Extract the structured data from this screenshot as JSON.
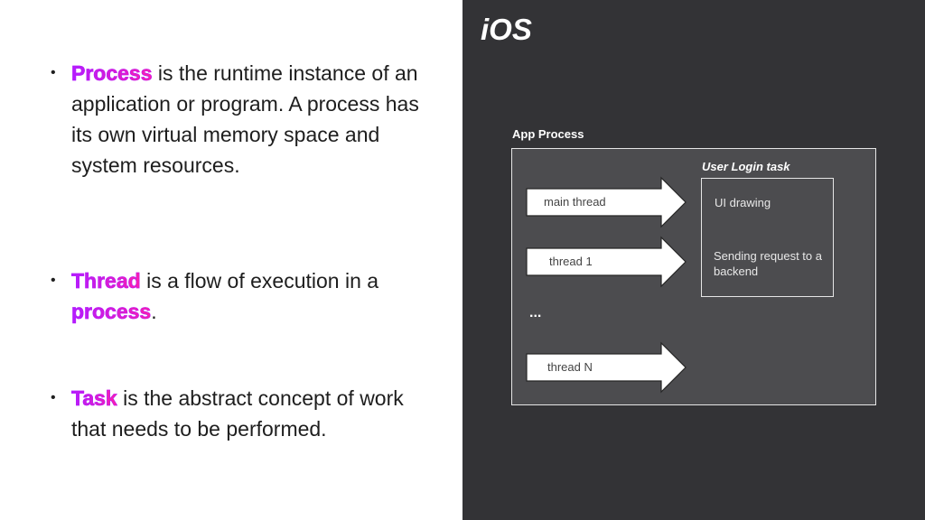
{
  "bullets": [
    {
      "dot": "•",
      "term": "Process",
      "text": " is the runtime instance of an application or program. A process has its own virtual memory space and system resources."
    },
    {
      "dot": "•",
      "term": "Thread",
      "text": " is a flow of execution in a ",
      "term2": "process",
      "tail": "."
    },
    {
      "dot": "•",
      "term": "Task",
      "text": " is the abstract concept of work that needs to be performed."
    }
  ],
  "diagram": {
    "platform": "iOS",
    "process_label": "App Process",
    "task_label": "User Login task",
    "threads": [
      "main thread",
      "thread 1",
      "thread N"
    ],
    "ellipsis": "...",
    "task_items": [
      "UI drawing",
      "Sending request to a backend"
    ]
  },
  "colors": {
    "highlight_start": "#b31cff",
    "highlight_end": "#ff1ea8",
    "dark_panel": "#333336",
    "process_fill": "#4c4c4f"
  }
}
